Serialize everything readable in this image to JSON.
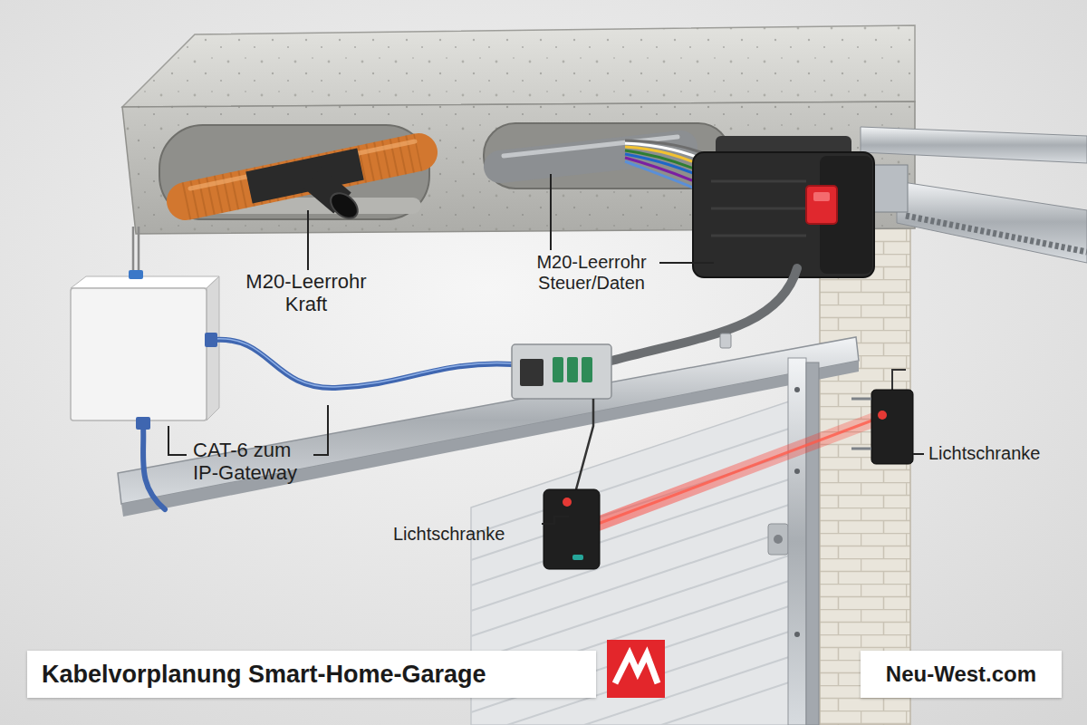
{
  "diagram": {
    "title": "Kabelvorplanung Smart-Home-Garage",
    "nodes": [
      {
        "text": [
          "Neu-West.com"
        ]
      }
    ],
    "labels": [
      "M20-Leerrohr Kraft",
      "M20-Leerrohr Steuer/Daten",
      "CAT-6 zum IP-Gateway",
      "Lichtschranke",
      "Lichtschranke"
    ]
  }
}
